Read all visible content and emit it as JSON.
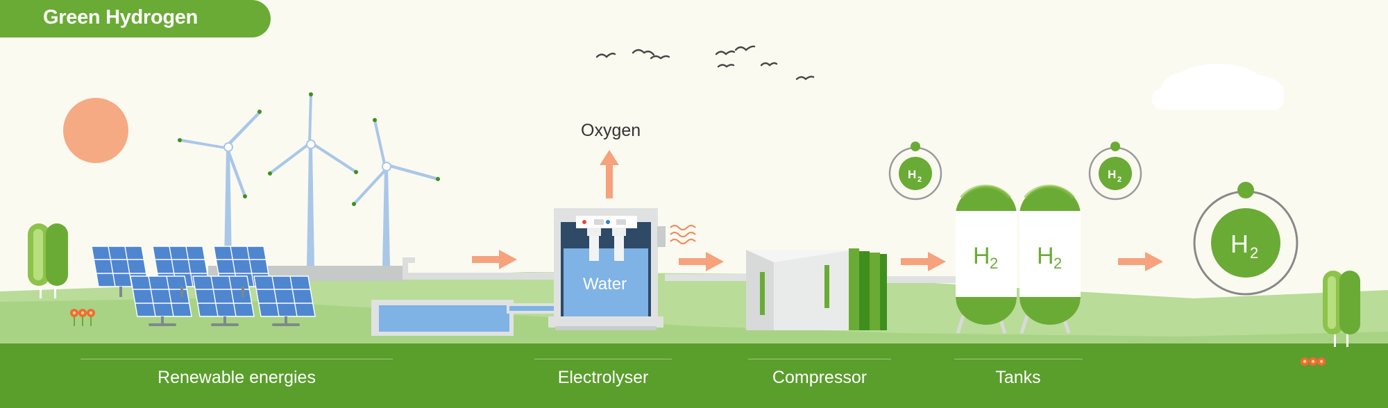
{
  "header": {
    "title": "Green Hydrogen"
  },
  "annotations": {
    "oxygen": "Oxygen",
    "water": "Water"
  },
  "stages": [
    {
      "label": "Renewable energies"
    },
    {
      "label": "Electrolyser"
    },
    {
      "label": "Compressor"
    },
    {
      "label": "Tanks"
    }
  ],
  "tanks": [
    {
      "label": "H",
      "sub": "2"
    },
    {
      "label": "H",
      "sub": "2"
    }
  ],
  "molecules": [
    {
      "label": "H",
      "sub": "2"
    },
    {
      "label": "H",
      "sub": "2"
    },
    {
      "label": "H",
      "sub": "2"
    }
  ],
  "colors": {
    "green": "#6aab35",
    "dark_green": "#3f8f1f",
    "ground": "#5a9e2c",
    "light_ground": "#b9dc98",
    "sun": "#f5aa84",
    "arrow": "#f6a27c",
    "water": "#7fb2e5",
    "panel": "#4f86d0"
  }
}
